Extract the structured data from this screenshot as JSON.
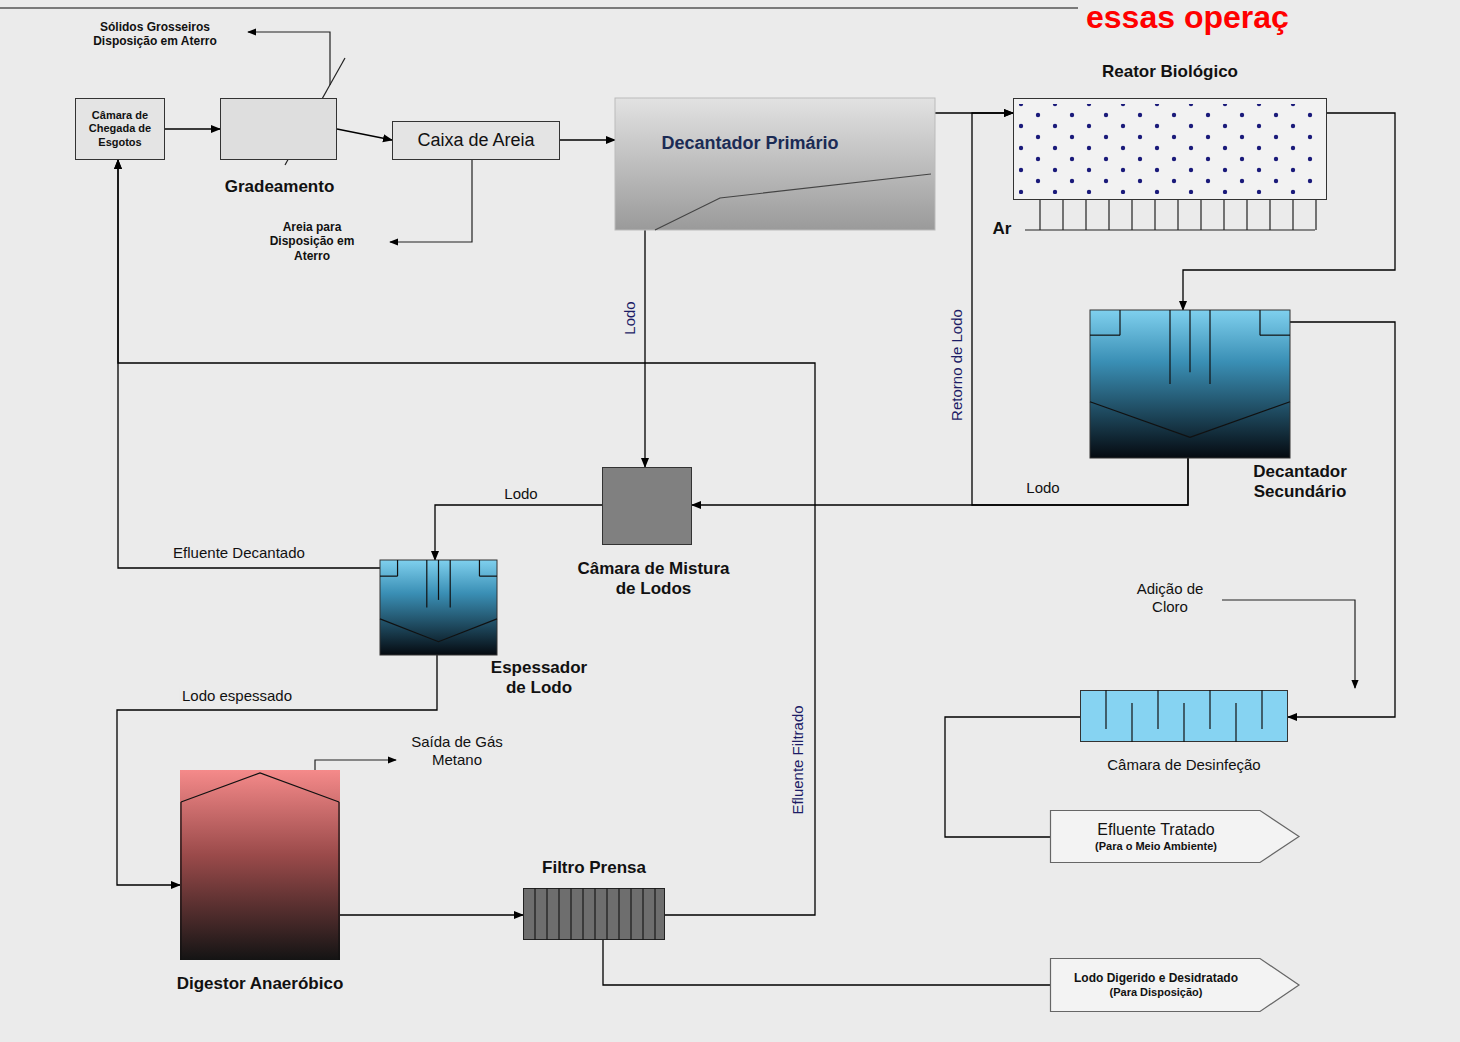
{
  "diagram": {
    "nodes": [
      {
        "text": [
          "Câmara de Chegada de Esgotos"
        ]
      },
      {
        "text": [
          "Gradeamento"
        ]
      },
      {
        "text": [
          "Caixa de Areia"
        ]
      },
      {
        "text": [
          "Decantador Primário"
        ]
      },
      {
        "text": [
          "Reator Biológico"
        ]
      },
      {
        "text": [
          "Decantador Secundário"
        ]
      },
      {
        "text": [
          "Câmara de Mistura de Lodos"
        ]
      },
      {
        "text": [
          "Espessador de Lodo"
        ]
      },
      {
        "text": [
          "Digestor Anaeróbico"
        ]
      },
      {
        "text": [
          "Filtro Prensa"
        ]
      },
      {
        "text": [
          "Câmara de Desinfeção"
        ]
      },
      {
        "text": [
          "Efluente Tratado",
          "(Para o Meio Ambiente)"
        ]
      },
      {
        "text": [
          "Lodo Digerido e Desidratado",
          "(Para Disposição)"
        ]
      }
    ],
    "edges": [
      {
        "from": 0,
        "to": 1,
        "arrow": "to"
      },
      {
        "from": 1,
        "to": 2,
        "arrow": "to"
      },
      {
        "from": 2,
        "to": 3,
        "arrow": "to"
      },
      {
        "from": 3,
        "to": 4,
        "arrow": "to"
      },
      {
        "from": 4,
        "to": 5,
        "arrow": "to"
      },
      {
        "from": 3,
        "to": 6,
        "label": "Lodo",
        "arrow": "to"
      },
      {
        "from": 5,
        "to": 6,
        "label": "Lodo",
        "arrow": "to"
      },
      {
        "from": 5,
        "to": 4,
        "label": "Retorno de Lodo",
        "arrow": "to"
      },
      {
        "from": 6,
        "to": 7,
        "label": "Lodo",
        "arrow": "to"
      },
      {
        "from": 7,
        "to": 0,
        "label": "Efluente Decantado",
        "arrow": "to"
      },
      {
        "from": 9,
        "to": 0,
        "label": "Efluente Filtrado",
        "arrow": "to"
      },
      {
        "from": 7,
        "to": 8,
        "label": "Lodo espessado",
        "arrow": "to"
      },
      {
        "from": 8,
        "to": 9,
        "arrow": "to"
      },
      {
        "from": 5,
        "to": 10,
        "arrow": "to"
      },
      {
        "from": 10,
        "to": 11,
        "arrow": "none"
      },
      {
        "from": 9,
        "to": 12,
        "arrow": "none"
      }
    ],
    "labels": [
      "essas operaç",
      "Sólidos Grosseiros Disposição em Aterro",
      "Areia para Disposição em Aterro",
      "Ar",
      "Saída de Gás Metano",
      "Adição de Cloro"
    ]
  }
}
